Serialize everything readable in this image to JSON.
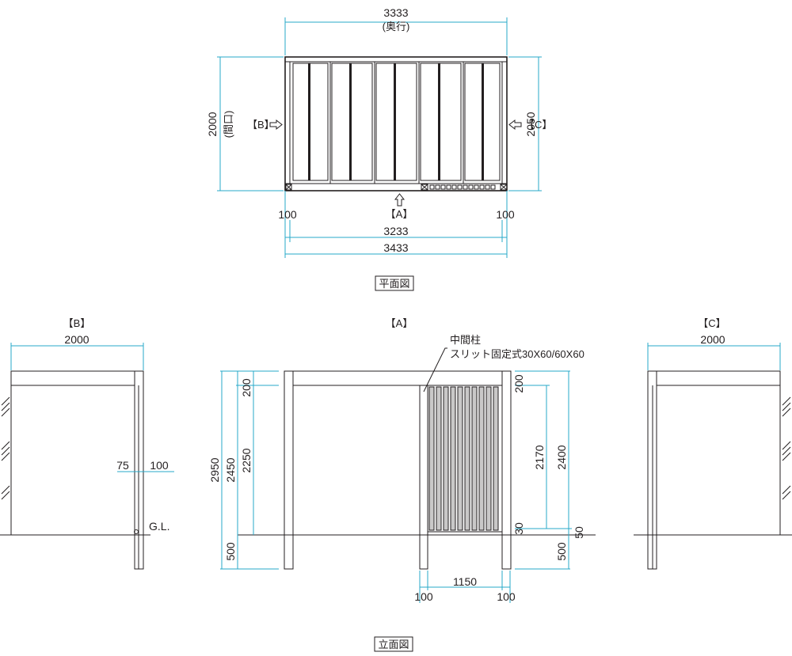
{
  "plan": {
    "caption": "平面図",
    "dim_top": "3333",
    "dim_top_sub": "(奥行)",
    "dim_left": "2000",
    "dim_left_sub": "(間口)",
    "dim_right": "2050",
    "label_b": "【B】",
    "label_c": "【C】",
    "label_a": "【A】",
    "dim_bottom_left": "100",
    "dim_bottom_right": "100",
    "dim_bottom_inner": "3233",
    "dim_bottom_outer": "3433"
  },
  "elevation": {
    "caption": "立面図",
    "b": {
      "title": "【B】",
      "width": "2000",
      "dim_75": "75",
      "dim_100": "100",
      "gl": "G.L."
    },
    "a": {
      "title": "【A】",
      "callout_line1": "中間柱",
      "callout_line2": "スリット固定式30X60/60X60",
      "dim_total": "2950",
      "dim_2450": "2450",
      "dim_2250": "2250",
      "dim_top_200": "200",
      "dim_bottom_500": "500",
      "dim_right_200": "200",
      "dim_2170": "2170",
      "dim_2400": "2400",
      "dim_30": "30",
      "dim_50": "50",
      "dim_right_500": "500",
      "dim_bottom_100_left": "100",
      "dim_bottom_1150": "1150",
      "dim_bottom_100_right": "100"
    },
    "c": {
      "title": "【C】",
      "width": "2000"
    }
  }
}
